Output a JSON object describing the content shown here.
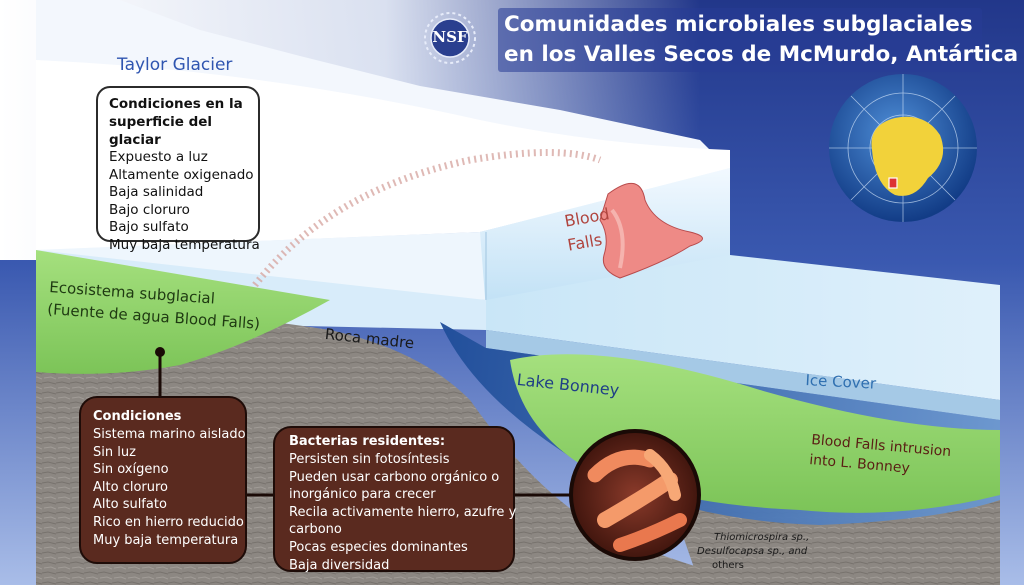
{
  "title": {
    "line1": "Comunidades microbiales subglaciales",
    "line2": "en los Valles Secos de McMurdo, Antártica"
  },
  "logo": {
    "text": "NSF"
  },
  "labels": {
    "taylor_glacier": "Taylor Glacier",
    "blood_falls_1": "Blood",
    "blood_falls_2": "Falls",
    "ecosystem_1": "Ecosistema subglacial",
    "ecosystem_2": "(Fuente de agua Blood Falls)",
    "bedrock": "Roca madre",
    "lake_bonney": "Lake Bonney",
    "ice_cover": "Ice Cover",
    "intrusion_1": "Blood Falls intrusion",
    "intrusion_2": "into L. Bonney",
    "species_1": "Thiomicrospira sp.,",
    "species_2": "Desulfocapsa sp., and",
    "species_3": "others"
  },
  "surface_box": {
    "heading_1": "Condiciones en la",
    "heading_2": "superficie del glaciar",
    "items": [
      "Expuesto a luz",
      "Altamente oxigenado",
      "Baja salinidad",
      "Bajo cloruro",
      "Bajo sulfato",
      "Muy baja temperatura"
    ]
  },
  "conditions_box": {
    "heading": "Condiciones",
    "items": [
      "Sistema marino aislado",
      "Sin luz",
      "Sin oxígeno",
      "Alto cloruro",
      "Alto sulfato",
      "Rico en hierro reducido",
      "Muy baja temperatura"
    ]
  },
  "bacteria_box": {
    "heading": "Bacterias residentes:",
    "items": [
      "Persisten sin fotosíntesis",
      "Pueden usar carbono orgánico o",
      "inorgánico para crecer",
      "Recila activamente hierro, azufre y",
      "carbono",
      "Pocas especies dominantes",
      "Baja diversidad"
    ]
  },
  "colors": {
    "sky_top": "#2b3f95",
    "sky_bottom": "#e8f0fb",
    "glacier_ice": "#dceefa",
    "subglacial_green": "#8fd36a",
    "lake_blue": "#2d5fae",
    "bedrock": "#8a8580",
    "blood_falls": "#e8787a",
    "box_brown": "#5a2a1f"
  }
}
